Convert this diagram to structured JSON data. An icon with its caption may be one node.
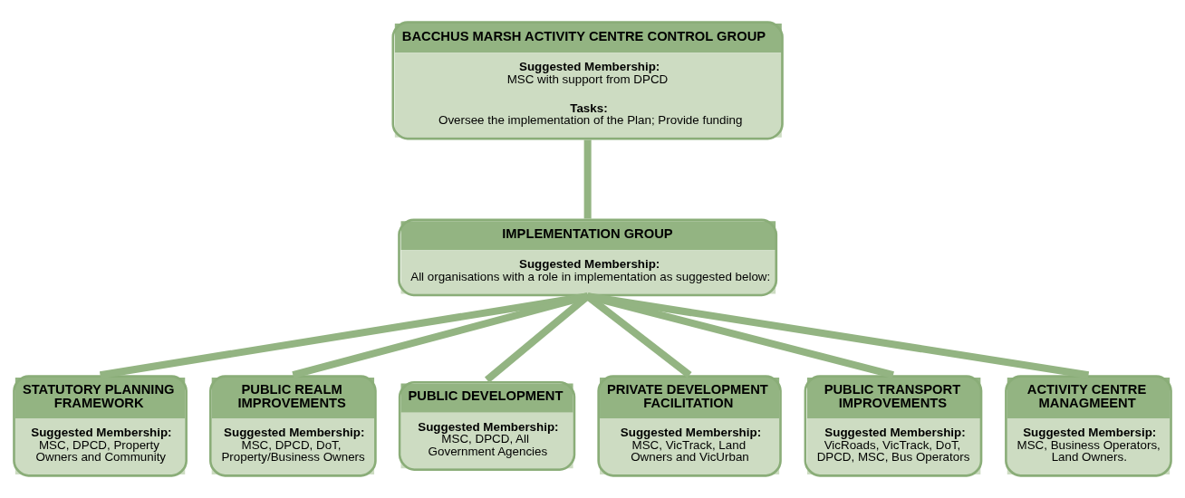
{
  "diagram": {
    "nodes": [
      {
        "text": [
          "BACCHUS MARSH ACTIVITY CENTRE CONTROL GROUP",
          "Suggested Membership:",
          "MSC with support from DPCD",
          "Tasks:",
          "Oversee the implementation of the Plan; Provide funding"
        ]
      },
      {
        "text": [
          "IMPLEMENTATION GROUP",
          "Suggested Membership:",
          "All organisations with a role in implementation as suggested below:"
        ]
      },
      {
        "text": [
          "STATUTORY PLANNING FRAMEWORK",
          "Suggested Membership:",
          "MSC, DPCD, Property Owners and Community"
        ]
      },
      {
        "text": [
          "PUBLIC REALM IMPROVEMENTS",
          "Suggested Membership:",
          "MSC, DPCD, DoT, Property/Business Owners"
        ]
      },
      {
        "text": [
          "PUBLIC DEVELOPMENT",
          "Suggested Membership:",
          "MSC, DPCD, All Government Agencies"
        ]
      },
      {
        "text": [
          "PRIVATE DEVELOPMENT FACILITATION",
          "Suggested Membership:",
          "MSC, VicTrack, Land Owners and VicUrban"
        ]
      },
      {
        "text": [
          "PUBLIC TRANSPORT IMPROVEMENTS",
          "Suggested Membership:",
          "VicRoads, VicTrack, DoT, DPCD, MSC, Bus Operators"
        ]
      },
      {
        "text": [
          "ACTIVITY CENTRE MANAGMEENT",
          "Suggested Membersip:",
          "MSC, Business Operators, Land Owners."
        ]
      }
    ],
    "edges": [
      {
        "from": 0,
        "to": 1,
        "arrow": "none"
      },
      {
        "from": 1,
        "to": 2,
        "arrow": "none"
      },
      {
        "from": 1,
        "to": 3,
        "arrow": "none"
      },
      {
        "from": 1,
        "to": 4,
        "arrow": "none"
      },
      {
        "from": 1,
        "to": 5,
        "arrow": "none"
      },
      {
        "from": 1,
        "to": 6,
        "arrow": "none"
      },
      {
        "from": 1,
        "to": 7,
        "arrow": "none"
      }
    ]
  }
}
